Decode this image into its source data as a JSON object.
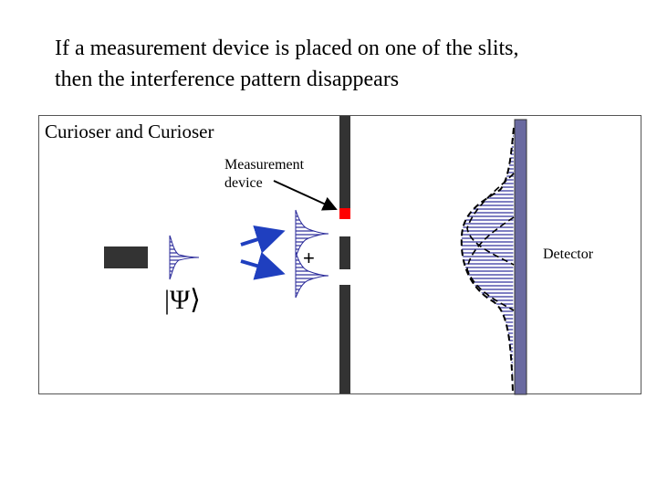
{
  "slide": {
    "title_line1": "If a measurement device is placed on one of the slits,",
    "title_line2": "then the interference pattern disappears"
  },
  "panel": {
    "title": "Curioser and Curioser",
    "measurement_label_line1": "Measurement",
    "measurement_label_line2": "device",
    "detector_label": "Detector",
    "psi_label": "|Ψ⟩",
    "plus_sign": "+"
  },
  "colors": {
    "hatch": "#2a2a9a",
    "measurement_device": "#ff0000",
    "detector": "#6a6aa0",
    "barrier": "#333333",
    "arrow": "#1f3fbf"
  }
}
